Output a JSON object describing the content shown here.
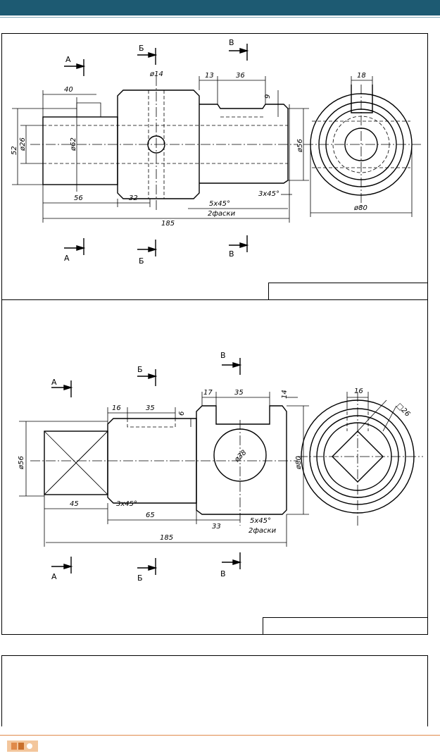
{
  "colors": {
    "header": "#1d5a72",
    "accent": "#e08a4a"
  },
  "drawing1": {
    "sections": {
      "A": "А",
      "B": "Б",
      "V": "В"
    },
    "dims": {
      "d14": "ø14",
      "d13": "13",
      "d36": "36",
      "d40": "40",
      "d18": "18",
      "d9": "9",
      "d52": "52",
      "d26": "ø26",
      "d62": "ø62",
      "d56": "ø56",
      "d3x45": "3x45°",
      "d80": "ø80",
      "d56len": "56",
      "d32": "32",
      "d5x45": "5x45°",
      "chamfers": "2фаски",
      "d185": "185"
    }
  },
  "drawing2": {
    "sections": {
      "A": "А",
      "B": "Б",
      "V": "В"
    },
    "dims": {
      "d17": "17",
      "d35a": "35",
      "d14": "14",
      "d16a": "16",
      "d16b": "16",
      "d35b": "35",
      "d6": "6",
      "sq26": "□26",
      "d56": "ø56",
      "d38": "ø38",
      "d80": "ø80",
      "d45": "45",
      "d3x45": "3x45°",
      "d65": "65",
      "d33": "33",
      "d5x45": "5x45°",
      "chamfers": "2фаски",
      "d185": "185"
    }
  },
  "footer": {
    "logo_icon": "book-logo-icon"
  }
}
